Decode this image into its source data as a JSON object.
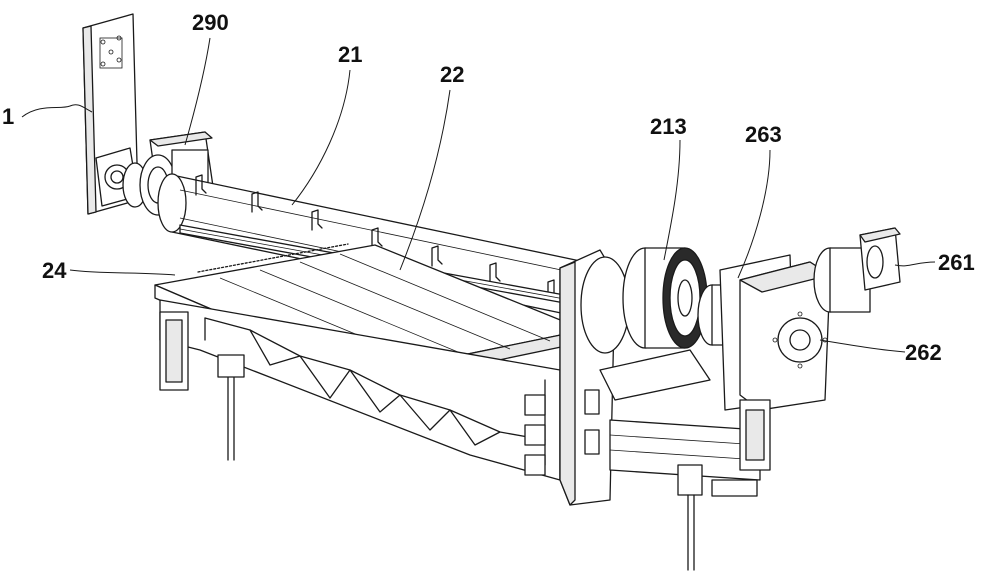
{
  "labels": {
    "l1": "1",
    "l290": "290",
    "l21": "21",
    "l22": "22",
    "l24": "24",
    "l213": "213",
    "l263": "263",
    "l261": "261",
    "l262": "262"
  }
}
